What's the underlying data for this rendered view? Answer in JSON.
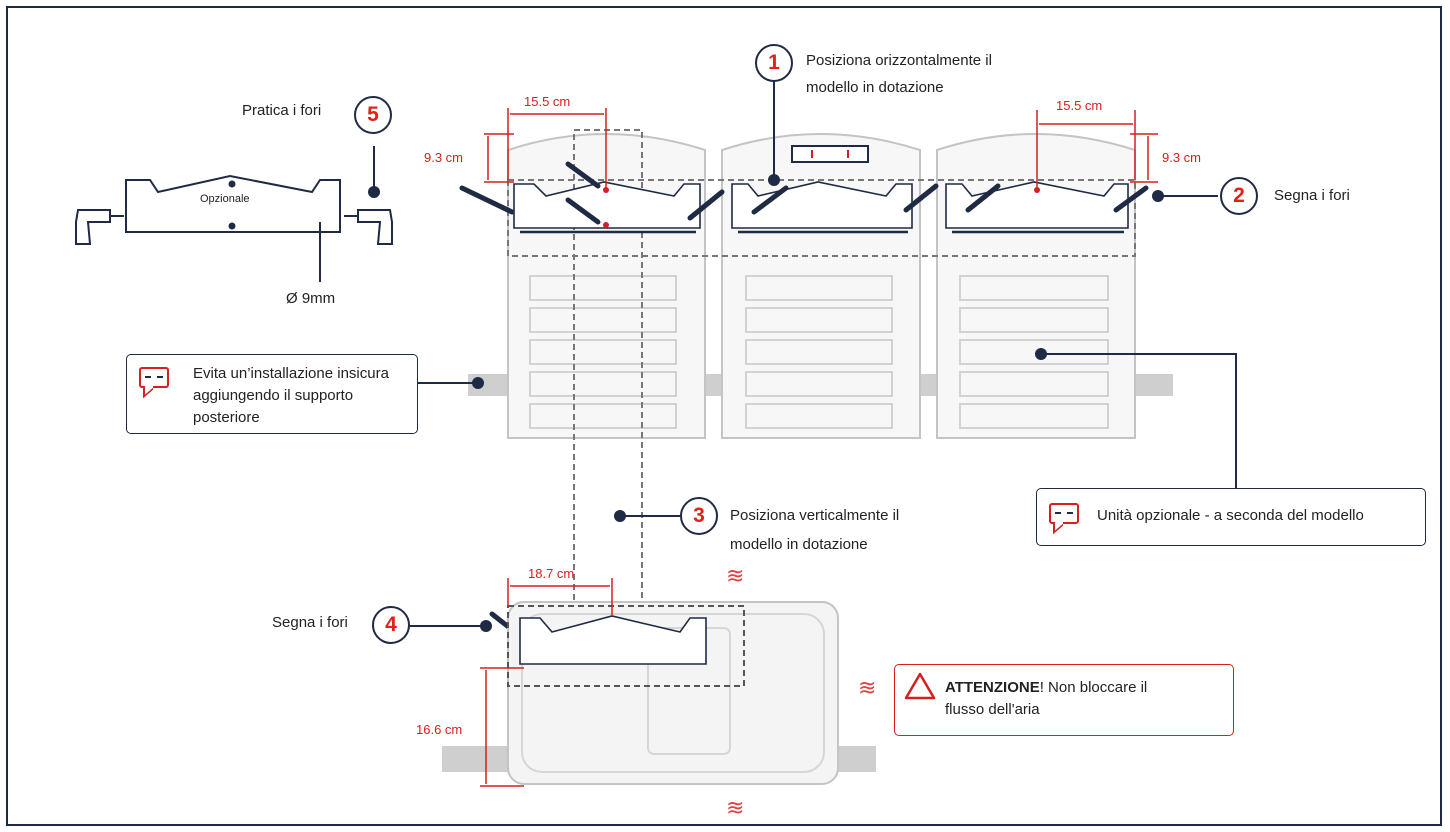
{
  "steps": {
    "step1": {
      "number": "1",
      "text_line1": "Posiziona orizzontalmente il",
      "text_line2": "modello in dotazione"
    },
    "step2": {
      "number": "2",
      "text": "Segna i fori"
    },
    "step3": {
      "number": "3",
      "text_line1": "Posiziona verticalmente il",
      "text_line2": "modello in dotazione"
    },
    "step4": {
      "number": "4",
      "text": "Segna i fori"
    },
    "step5": {
      "number": "5",
      "text": "Pratica i fori"
    }
  },
  "drill": {
    "template_label": "Opzionale",
    "diameter": "Ø 9mm"
  },
  "measurements": {
    "top_left_width": "15.5 cm",
    "top_left_height": "9.3 cm",
    "top_right_width": "15.5 cm",
    "top_right_height": "9.3 cm",
    "bottom_width": "18.7 cm",
    "bottom_height": "16.6 cm"
  },
  "callouts": {
    "rear_support_line1": "Evita un’installazione insicura",
    "rear_support_line2": "aggiungendo il supporto",
    "rear_support_line3": "posteriore",
    "optional_unit": "Unità opzionale - a seconda del modello",
    "warning_bold": "ATTENZIONE",
    "warning_rest_line1": "! Non bloccare il",
    "warning_rest_line2": "flusso dell'aria"
  },
  "icons": [
    "speech-bubble-icon",
    "warning-triangle-icon",
    "drill-icon",
    "pencil-icon",
    "heat-wave-icon",
    "level-icon"
  ],
  "colors": {
    "accent_red": "#d42020",
    "navy": "#1f2a44",
    "unit_gray": "#c8c8c8"
  }
}
